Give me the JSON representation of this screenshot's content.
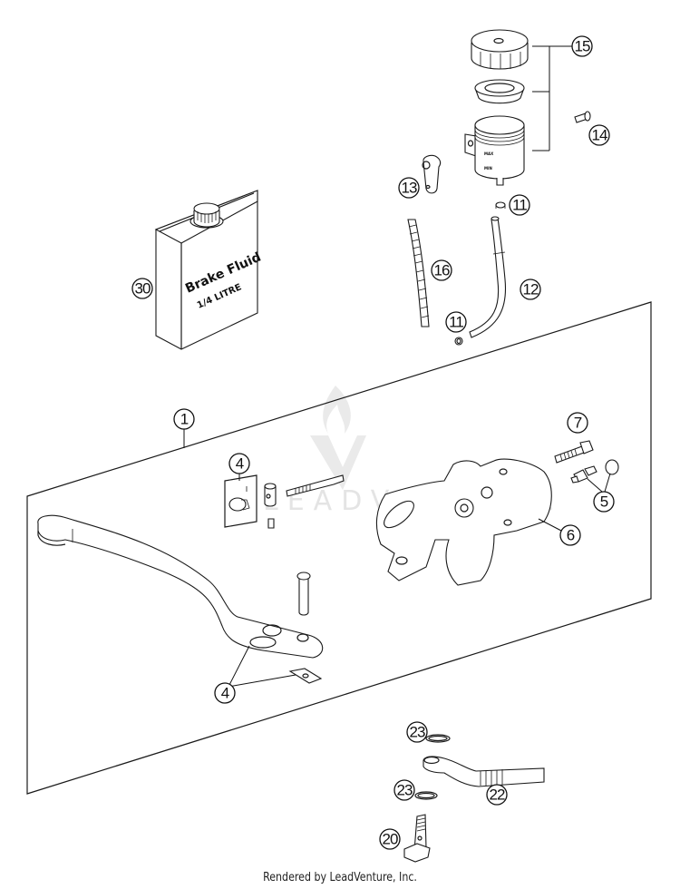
{
  "diagram": {
    "type": "exploded parts diagram",
    "subject": "brake master cylinder assembly",
    "bottle": {
      "label_line1": "Brake Fluid",
      "label_line2": "1/4 LITRE"
    },
    "reservoir_marks": {
      "max": "MAX",
      "min": "MIN"
    },
    "watermark": "LEADVENTURE",
    "callouts": [
      {
        "id": "c1",
        "number": "1",
        "part": "master cylinder assembly (kit)"
      },
      {
        "id": "c4a",
        "number": "4",
        "part": "adjuster kit"
      },
      {
        "id": "c4b",
        "number": "4",
        "part": "lever kit"
      },
      {
        "id": "c5",
        "number": "5",
        "part": "bleeder valve with cap"
      },
      {
        "id": "c6",
        "number": "6",
        "part": "master cylinder body"
      },
      {
        "id": "c7",
        "number": "7",
        "part": "clamp screw"
      },
      {
        "id": "c11a",
        "number": "11",
        "part": "hose clamp"
      },
      {
        "id": "c11b",
        "number": "11",
        "part": "hose clamp"
      },
      {
        "id": "c12",
        "number": "12",
        "part": "reservoir hose"
      },
      {
        "id": "c13",
        "number": "13",
        "part": "reservoir bracket"
      },
      {
        "id": "c14",
        "number": "14",
        "part": "screw"
      },
      {
        "id": "c15",
        "number": "15",
        "part": "reservoir kit"
      },
      {
        "id": "c16",
        "number": "16",
        "part": "spiral protection sleeve"
      },
      {
        "id": "c20",
        "number": "20",
        "part": "banjo bolt"
      },
      {
        "id": "c22",
        "number": "22",
        "part": "brake line"
      },
      {
        "id": "c23a",
        "number": "23",
        "part": "sealing ring"
      },
      {
        "id": "c23b",
        "number": "23",
        "part": "sealing ring"
      },
      {
        "id": "c30",
        "number": "30",
        "part": "brake fluid"
      }
    ]
  },
  "footer": {
    "text": "Rendered by LeadVenture, Inc."
  }
}
